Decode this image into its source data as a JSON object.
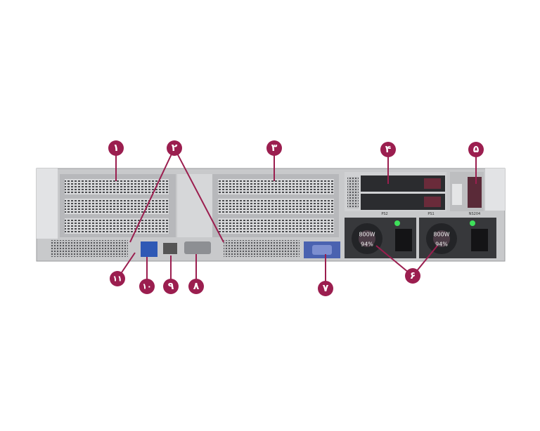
{
  "callouts": [
    "۱",
    "۲",
    "۳",
    "۴",
    "۵",
    "۶",
    "۷",
    "۸",
    "۹",
    "۱۰",
    "۱۱"
  ],
  "psu": {
    "wattage": "800W",
    "efficiency": "94%",
    "bay1": "PS1",
    "bay2": "PS2"
  },
  "module_label": "NS204",
  "colors": {
    "callout": "#9b1e4f",
    "chassis": "#c8c9cb",
    "led": "#3ee05a"
  }
}
